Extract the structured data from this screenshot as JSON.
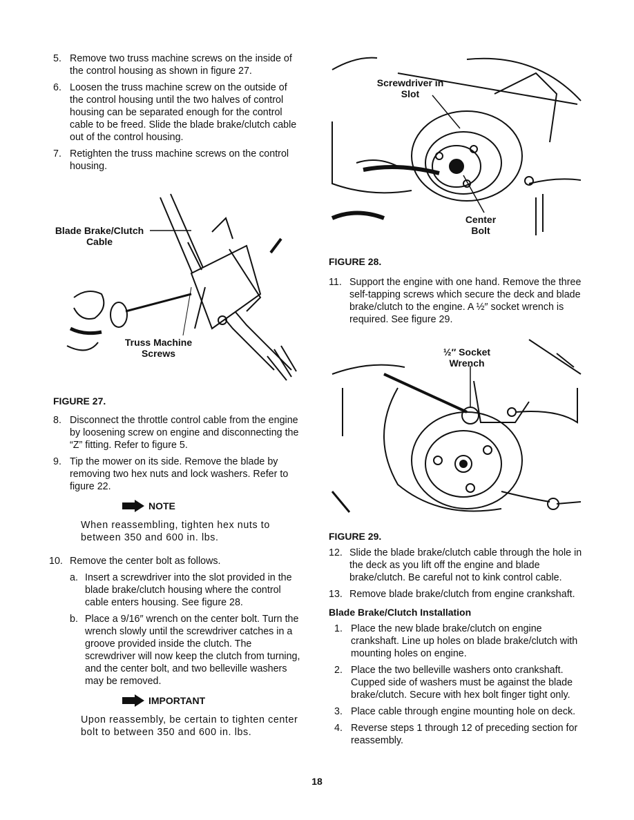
{
  "left": {
    "steps_top": [
      {
        "num": "5.",
        "text": "Remove two truss machine screws on the inside of the control housing as shown in figure 27."
      },
      {
        "num": "6.",
        "text": "Loosen the truss machine screw on the outside of the control housing until the two halves of control housing can be separated enough for the control cable to be freed. Slide the blade brake/clutch cable out of the control housing."
      },
      {
        "num": "7.",
        "text": "Retighten the truss machine screws on the control housing."
      }
    ],
    "figure27": {
      "label_cable": "Blade Brake/Clutch Cable",
      "label_screws": "Truss Machine Screws",
      "caption": "FIGURE 27."
    },
    "steps_mid": [
      {
        "num": "8.",
        "text": "Disconnect the throttle control cable from the engine by loosening screw on engine and disconnecting the “Z” fitting. Refer to figure 5."
      },
      {
        "num": "9.",
        "text": "Tip the mower on its side. Remove the blade by removing two hex nuts and lock washers. Refer to figure 22."
      }
    ],
    "note": {
      "label": "NOTE",
      "text": "When reassembling, tighten hex nuts to between 350 and 600 in. lbs."
    },
    "step10": {
      "num": "10.",
      "text": "Remove the center bolt as follows."
    },
    "substeps": [
      {
        "num": "a.",
        "text": "Insert a screwdriver into the slot provided in the blade brake/clutch housing where the control cable enters housing. See figure 28."
      },
      {
        "num": "b.",
        "text": "Place a 9/16″ wrench on the center bolt. Turn the wrench slowly until the screwdriver catches in a groove provided inside the clutch. The screwdriver will now keep the clutch from turning, and the center bolt, and two belleville washers may be removed."
      }
    ],
    "important": {
      "label": "IMPORTANT",
      "text": "Upon reassembly, be certain to tighten center bolt to between 350 and 600 in. lbs."
    }
  },
  "right": {
    "figure28": {
      "label_screwdriver": "Screwdriver in Slot",
      "label_bolt": "Center Bolt",
      "caption": "FIGURE 28."
    },
    "step11": {
      "num": "11.",
      "text": "Support the engine with one hand. Remove the three self-tapping screws which secure the deck and blade brake/clutch to the engine. A ½″ socket wrench is required. See figure 29."
    },
    "figure29": {
      "label_socket": "½″ Socket Wrench",
      "caption": "FIGURE 29."
    },
    "steps_bottom": [
      {
        "num": "12.",
        "text": "Slide the blade brake/clutch cable through the hole in the deck as you lift off the engine and blade brake/clutch. Be careful not to kink control cable."
      },
      {
        "num": "13.",
        "text": "Remove blade brake/clutch from engine crankshaft."
      }
    ],
    "install_heading": "Blade Brake/Clutch Installation",
    "install_steps": [
      {
        "num": "1.",
        "text": "Place the new blade brake/clutch on engine crankshaft. Line up holes on blade brake/clutch with mounting holes on engine."
      },
      {
        "num": "2.",
        "text": "Place the two belleville washers onto crankshaft. Cupped side of washers must be against the blade brake/clutch. Secure with hex bolt finger tight only."
      },
      {
        "num": "3.",
        "text": "Place cable through engine mounting hole on deck."
      },
      {
        "num": "4.",
        "text": "Reverse steps 1 through 12 of preceding section for reassembly."
      }
    ]
  },
  "page_number": "18"
}
